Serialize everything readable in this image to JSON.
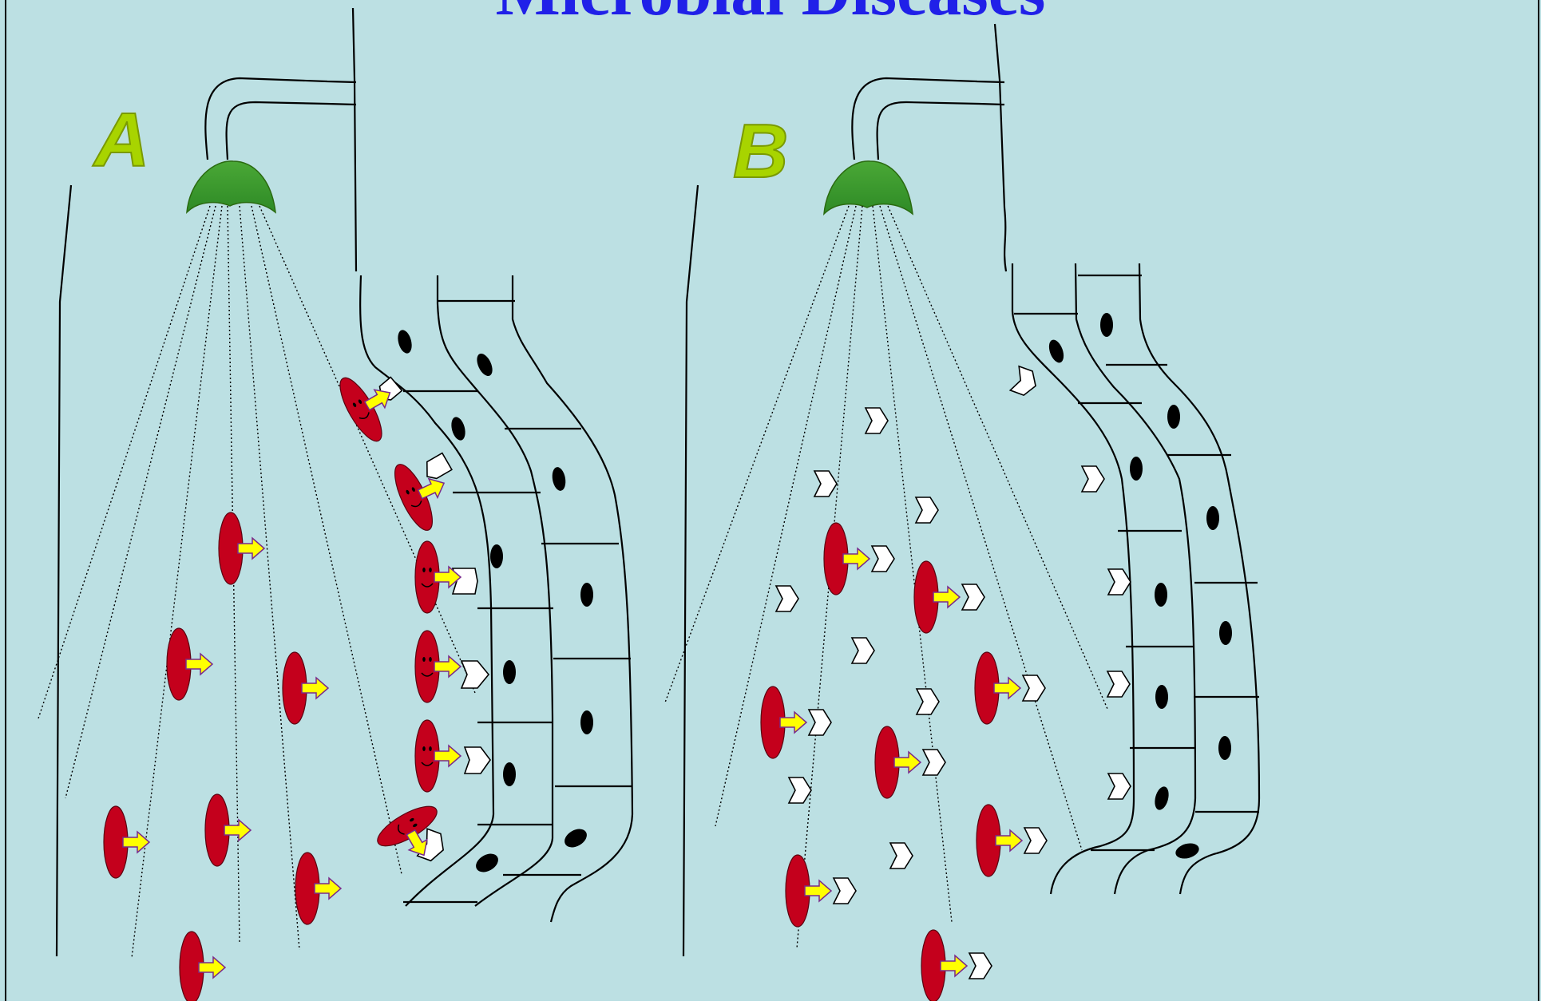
{
  "slide": {
    "title": "Microbial Diseases",
    "panel_a_label": "A",
    "panel_b_label": "B"
  },
  "colors": {
    "background": "#bce0e3",
    "title": "#2020e8",
    "panel_label": "#a8d400",
    "shower_head": "#3a9a2e",
    "microbe": "#c4001c",
    "adhesin_arrow": "#ffff00",
    "adhesin_outline": "#7a2a8a",
    "line": "#000000"
  },
  "icons": {
    "shower": "shower-head-icon",
    "microbe": "microbe-icon",
    "receptor": "receptor-icon",
    "nucleus": "cell-nucleus-icon"
  }
}
